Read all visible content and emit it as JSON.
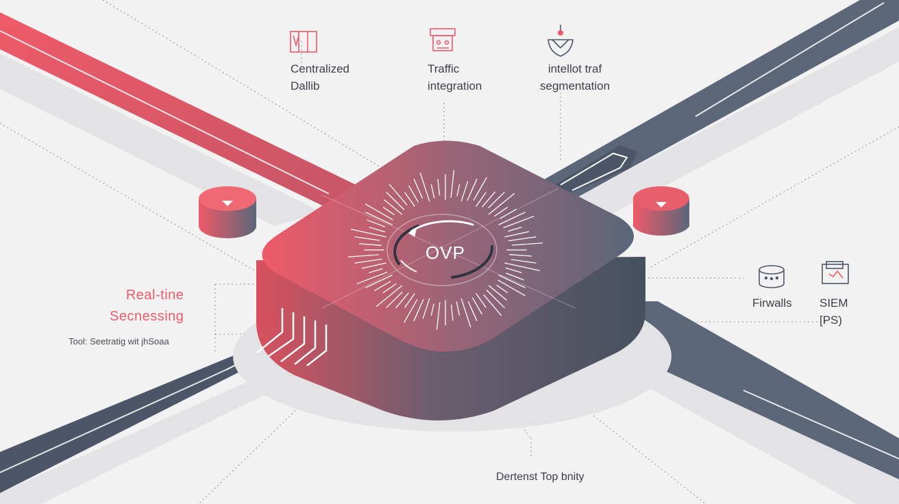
{
  "hub": {
    "label": "OVP"
  },
  "top_features": [
    {
      "icon": "dashboard-icon",
      "line1": "Centralized",
      "line2": "Dallib"
    },
    {
      "icon": "traffic-icon",
      "line1": "Traffic",
      "line2": "integration"
    },
    {
      "icon": "segmentation-icon",
      "line1": "intellot traf",
      "line2": "segmentation"
    }
  ],
  "left_feature": {
    "line1": "Real-tine",
    "line2": "Secnessing",
    "note": "Tool: Seetratig wit jhSoaa"
  },
  "right_tools": [
    {
      "icon": "firewall-icon",
      "line1": "Firwalls",
      "line2": ""
    },
    {
      "icon": "siem-icon",
      "line1": "SIEM",
      "line2": "[PS)"
    }
  ],
  "bottom_label": "Dertenst Top bnity",
  "colors": {
    "coral": "#ef5a68",
    "slate": "#5b6679",
    "dark_slate": "#4c5668",
    "background": "#f2f2f3"
  }
}
